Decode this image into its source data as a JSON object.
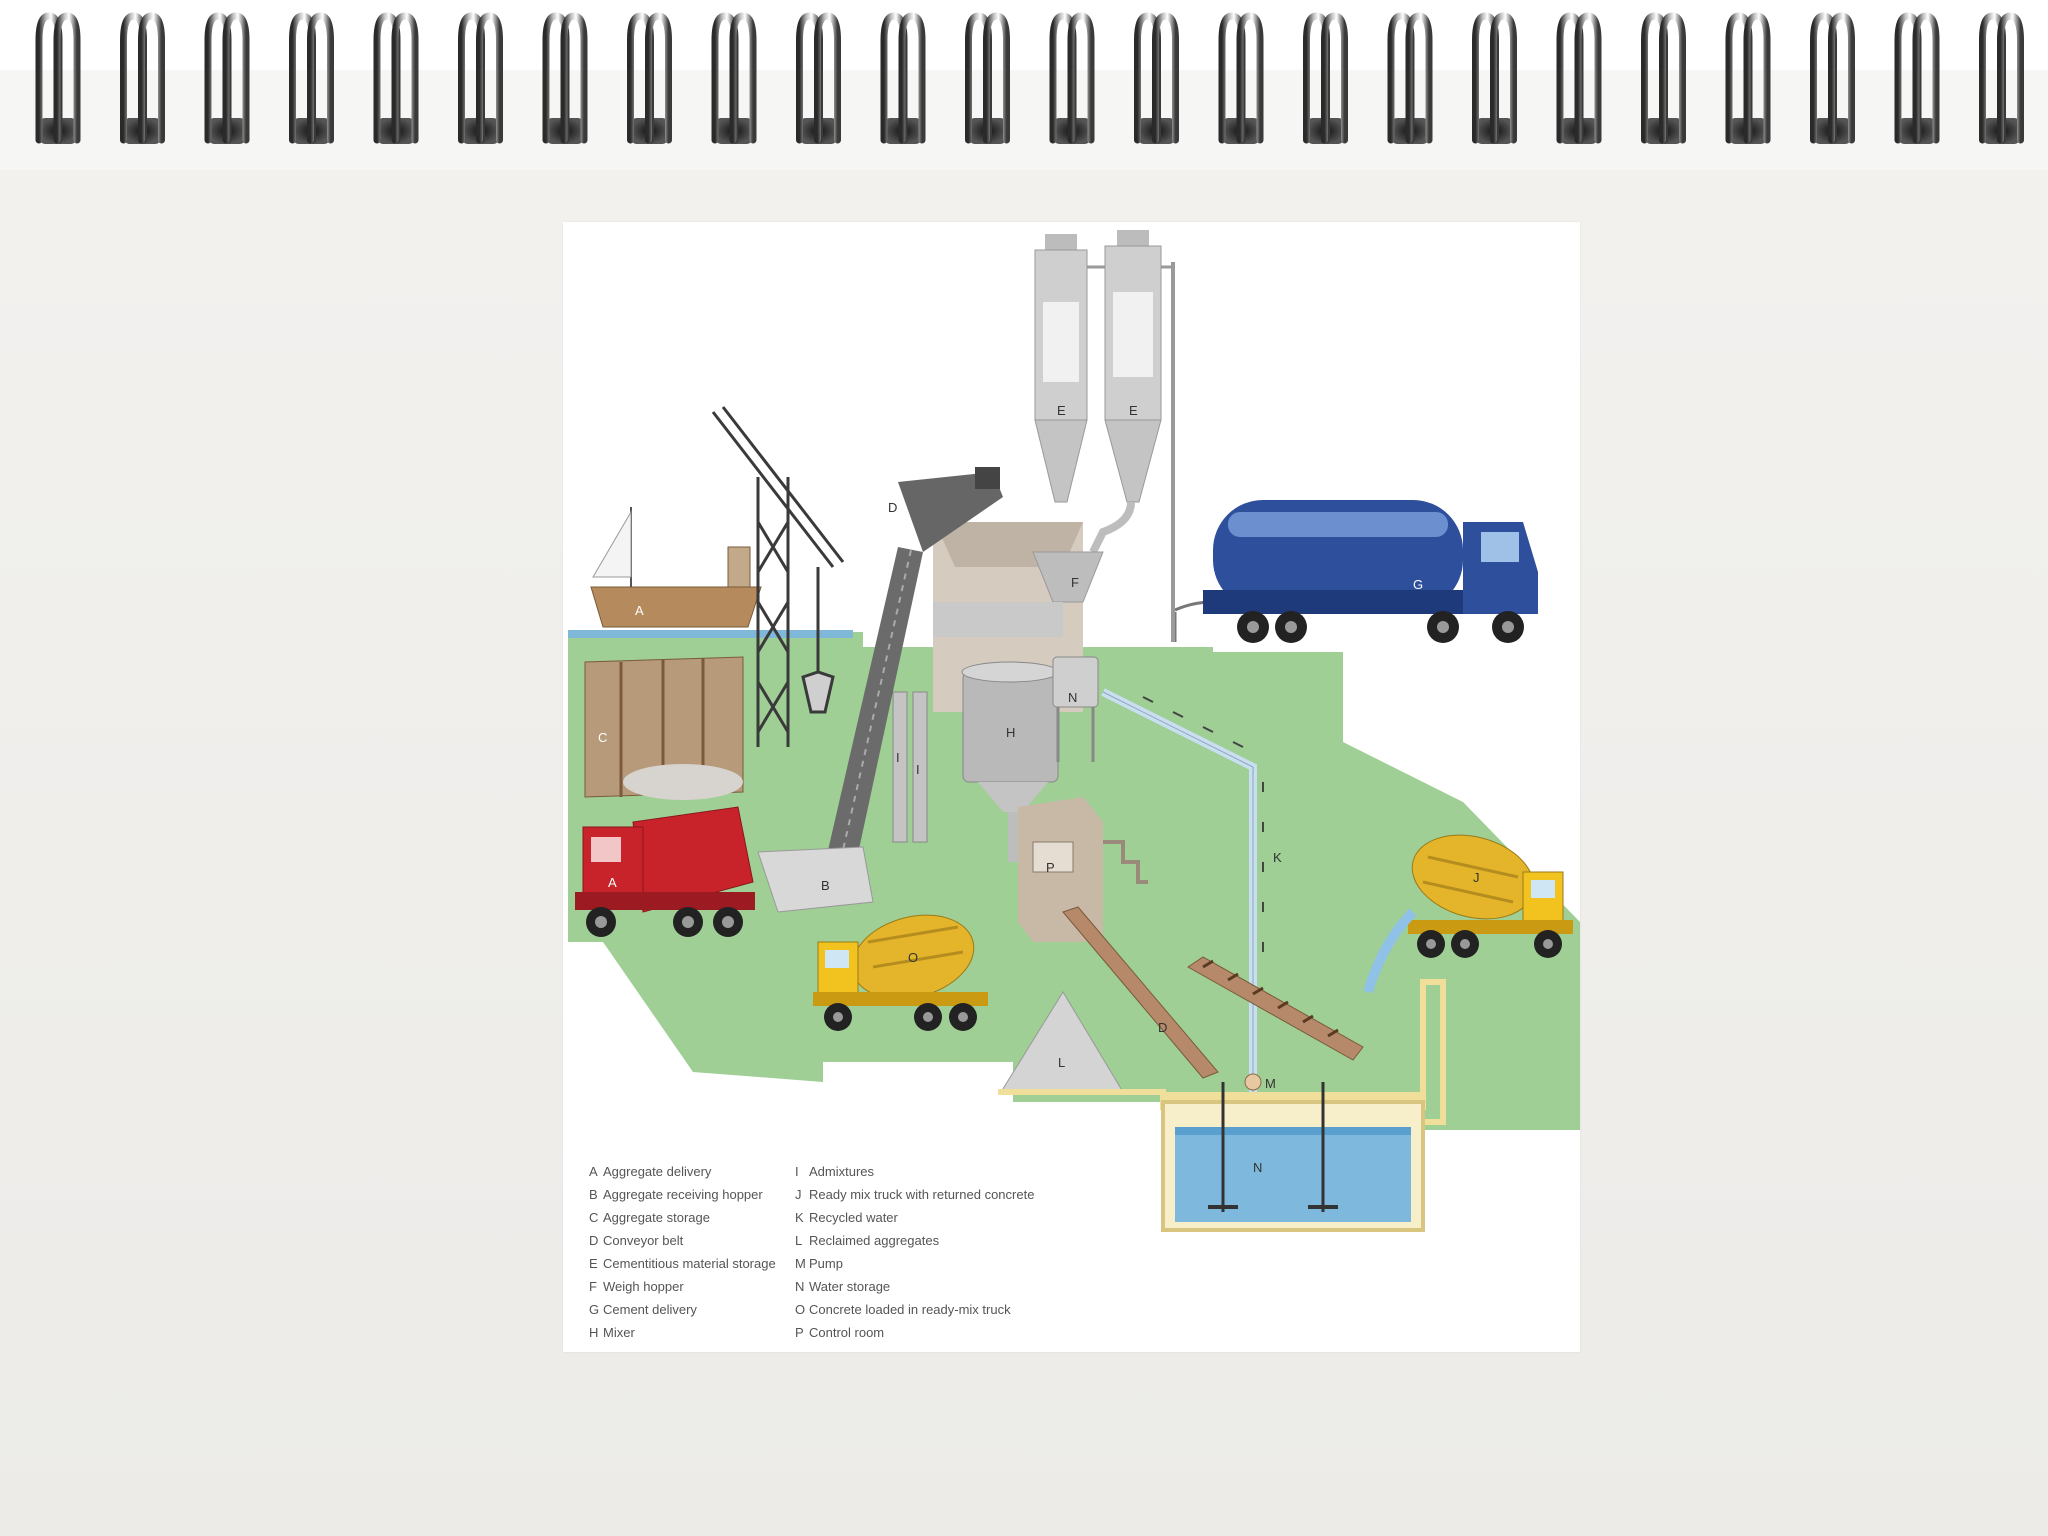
{
  "legend": {
    "left": [
      {
        "key": "A",
        "text": "Aggregate delivery"
      },
      {
        "key": "B",
        "text": "Aggregate receiving hopper"
      },
      {
        "key": "C",
        "text": "Aggregate storage"
      },
      {
        "key": "D",
        "text": "Conveyor belt"
      },
      {
        "key": "E",
        "text": "Cementitious material storage"
      },
      {
        "key": "F",
        "text": "Weigh hopper"
      },
      {
        "key": "G",
        "text": "Cement delivery"
      },
      {
        "key": "H",
        "text": "Mixer"
      }
    ],
    "right": [
      {
        "key": "I",
        "text": "Admixtures"
      },
      {
        "key": "J",
        "text": "Ready mix truck with returned concrete"
      },
      {
        "key": "K",
        "text": "Recycled water"
      },
      {
        "key": "L",
        "text": "Reclaimed aggregates"
      },
      {
        "key": "M",
        "text": "Pump"
      },
      {
        "key": "N",
        "text": "Water storage"
      },
      {
        "key": "O",
        "text": "Concrete loaded in ready-mix truck"
      },
      {
        "key": "P",
        "text": "Control room"
      }
    ]
  },
  "diagram_labels": {
    "ship": "A",
    "dump_truck": "A",
    "hopper": "B",
    "storage": "C",
    "conveyor_top": "D",
    "conveyor_bottom": "D",
    "silo_1": "E",
    "silo_2": "E",
    "weigh_hopper": "F",
    "cement_truck": "G",
    "mixer": "H",
    "admix_1": "I",
    "admix_2": "I",
    "returned_truck": "J",
    "recycled_water": "K",
    "reclaimed_pile": "L",
    "pump": "M",
    "water_tank": "N",
    "loaded_truck": "O",
    "control_room": "P"
  },
  "colors": {
    "ground": "#9fcf95",
    "water": "#3d8fc4",
    "cement_truck": "#2e4f9b",
    "dump_truck": "#c8232b",
    "mixer_drum": "#e4b52a",
    "truck_cab": "#f2c21f",
    "silo": "#c9c9c9",
    "channel": "#f0df9a"
  }
}
